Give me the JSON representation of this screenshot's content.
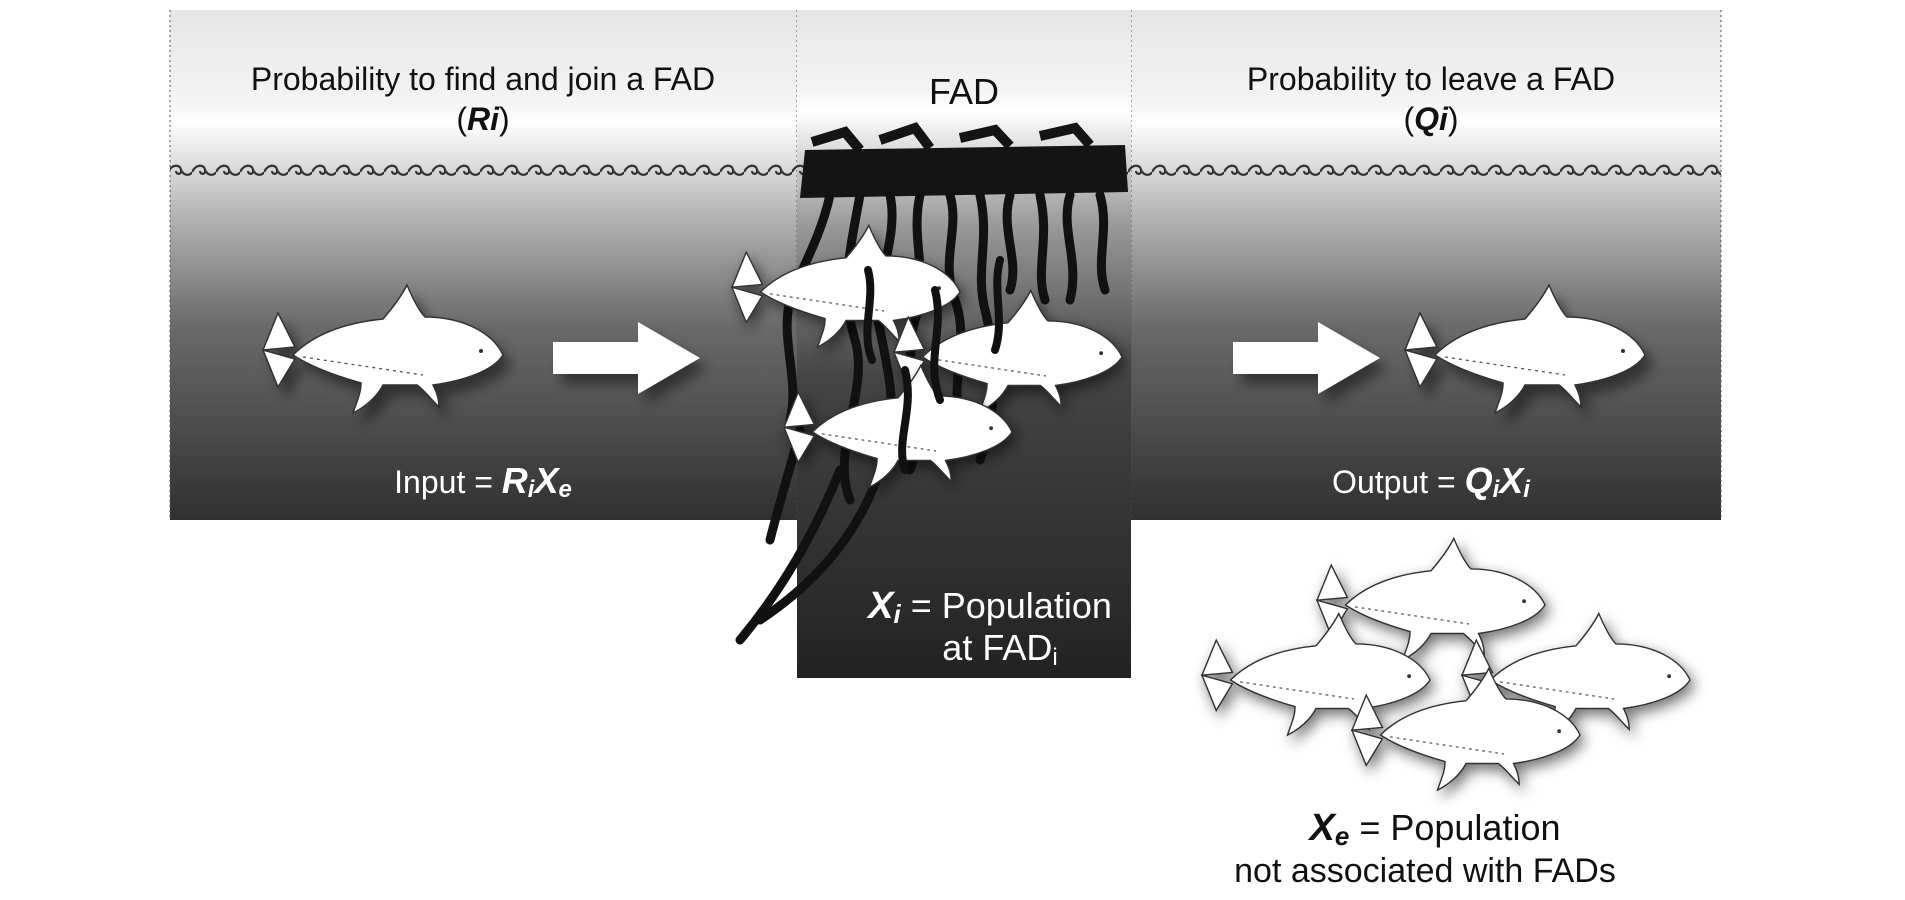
{
  "left_panel": {
    "title_line1": "Probability to find and join a FAD",
    "title_open": "(",
    "title_symbol": "Ri",
    "title_close": ")",
    "equation_prefix": "Input = ",
    "eq_R": "R",
    "eq_i": "i",
    "eq_X": "X",
    "eq_e": "e"
  },
  "center_panel": {
    "title": "FAD",
    "pop_X": "X",
    "pop_i": "i",
    "pop_rest": " = Population",
    "pop_line2": "at FAD",
    "pop_sub": "i"
  },
  "right_panel": {
    "title_line1": "Probability to leave a FAD",
    "title_open": "(",
    "title_symbol": "Qi",
    "title_close": ")",
    "equation_prefix": "Output = ",
    "eq_Q": "Q",
    "eq_i": "i",
    "eq_X": "X",
    "eq_i2": "i"
  },
  "free_population": {
    "X": "X",
    "e": "e",
    "rest": " = Population",
    "line2": "not associated with FADs"
  }
}
